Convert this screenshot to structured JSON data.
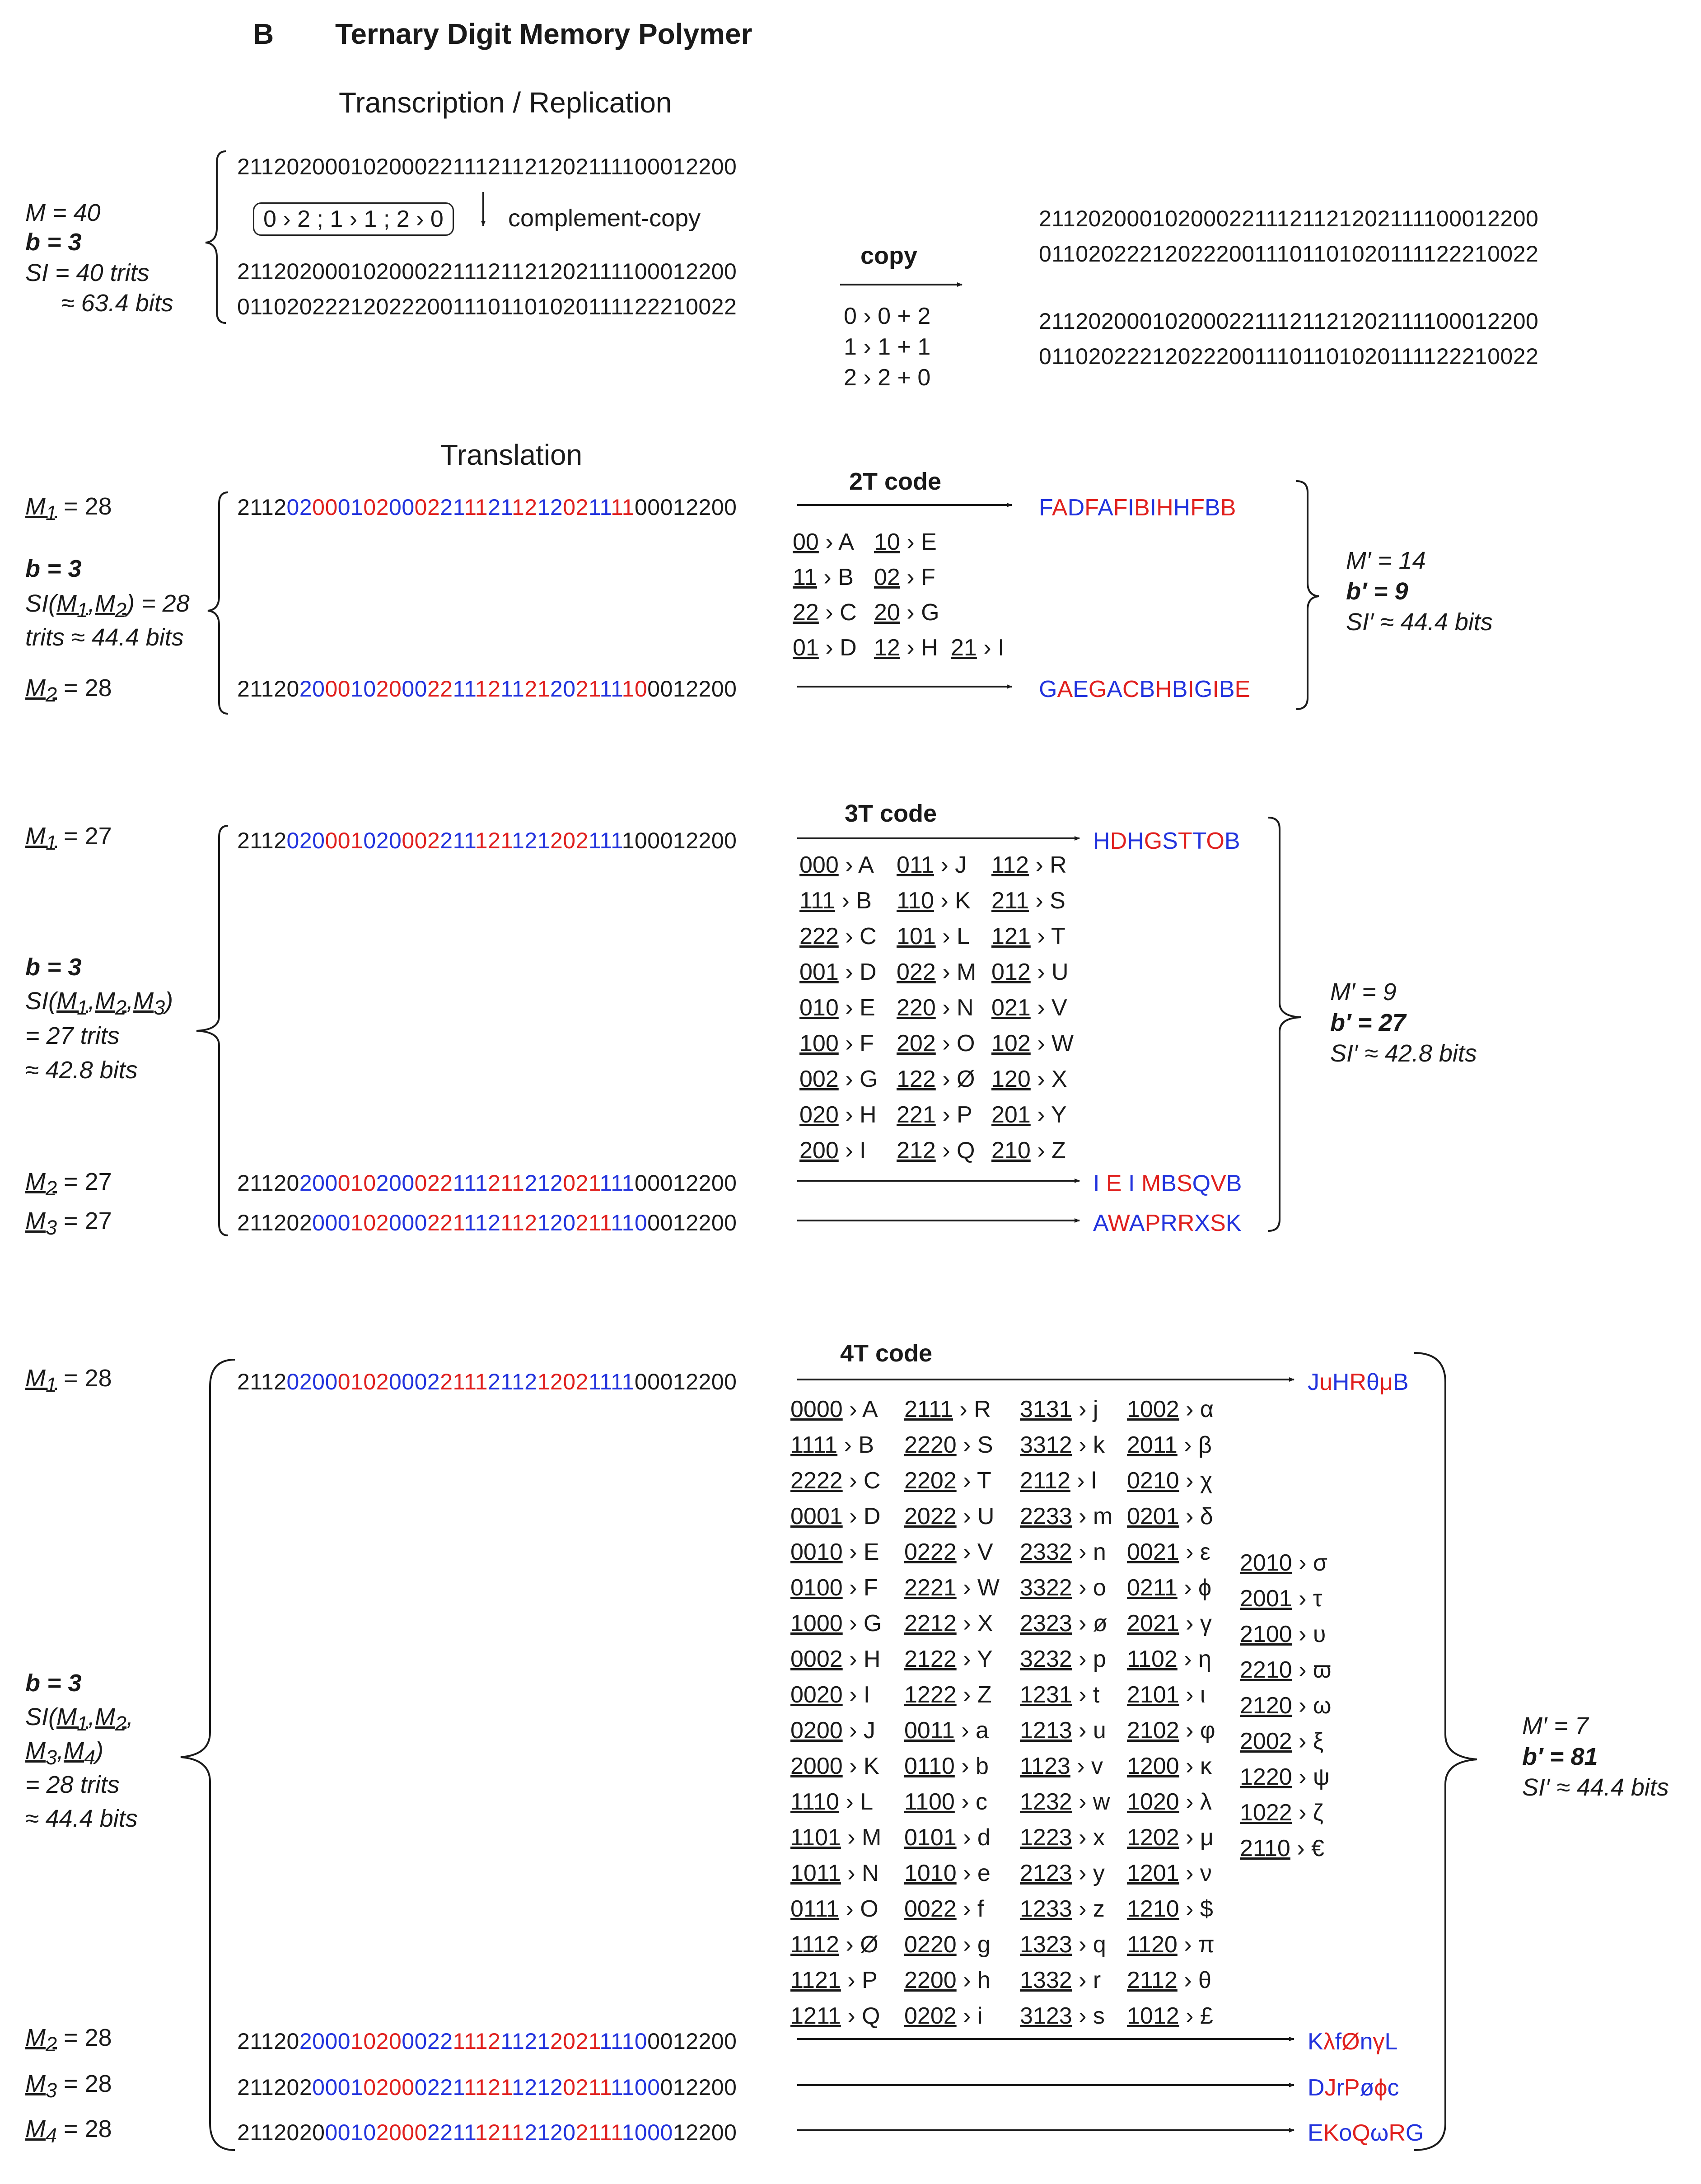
{
  "header": {
    "panel": "B",
    "title": "Ternary Digit Memory Polymer"
  },
  "replication": {
    "heading": "Transcription / Replication",
    "labels": {
      "m": "M = 40",
      "b": "b = 3",
      "si": "SI = 40 trits",
      "bits": "≈ 63.4 bits"
    },
    "template": "2112020001020002211121121202111100012200",
    "rule_box": "0 › 2 ; 1 › 1 ; 2 › 0",
    "complement_label": "complement-copy",
    "duplex_top": "2112020001020002211121121202111100012200",
    "duplex_bottom": "0110202221202220011101101020111122210022",
    "copy_label": "copy",
    "copy_rules": [
      "0 › 0 + 2",
      "1 › 1 + 1",
      "2 › 2 + 0"
    ],
    "copies": [
      "2112020001020002211121121202111100012200",
      "0110202221202220011101101020111122210022",
      "2112020001020002211121121202111100012200",
      "0110202221202220011101101020111122210022"
    ]
  },
  "translation": {
    "heading": "Translation"
  },
  "code2": {
    "header": "2T code",
    "labels": {
      "m1": "= 28",
      "b": "b = 3",
      "si": "= 28",
      "trits": "trits ≈ 44.4 bits",
      "m2": "= 28"
    },
    "entries": [
      [
        "00",
        "A"
      ],
      [
        "10",
        "E"
      ],
      [
        "11",
        "B"
      ],
      [
        "02",
        "F"
      ],
      [
        "22",
        "C"
      ],
      [
        "20",
        "G"
      ],
      [
        "01",
        "D"
      ],
      [
        "12",
        "H"
      ],
      [
        "21",
        "I"
      ]
    ],
    "seq1": [
      [
        "2112",
        "k0"
      ],
      [
        "02",
        "b"
      ],
      [
        "00",
        "r"
      ],
      [
        "01",
        "b"
      ],
      [
        "02",
        "r"
      ],
      [
        "00",
        "b"
      ],
      [
        "02",
        "r"
      ],
      [
        "21",
        "b"
      ],
      [
        "11",
        "r"
      ],
      [
        "21",
        "b"
      ],
      [
        "12",
        "r"
      ],
      [
        "12",
        "b"
      ],
      [
        "02",
        "r"
      ],
      [
        "11",
        "b"
      ],
      [
        "11",
        "r"
      ],
      [
        "00012200",
        "k0"
      ]
    ],
    "seq2": [
      [
        "21120",
        "k0"
      ],
      [
        "20",
        "b"
      ],
      [
        "00",
        "r"
      ],
      [
        "10",
        "b"
      ],
      [
        "20",
        "r"
      ],
      [
        "00",
        "b"
      ],
      [
        "22",
        "r"
      ],
      [
        "11",
        "b"
      ],
      [
        "12",
        "r"
      ],
      [
        "11",
        "b"
      ],
      [
        "21",
        "r"
      ],
      [
        "20",
        "b"
      ],
      [
        "21",
        "r"
      ],
      [
        "11",
        "b"
      ],
      [
        "10",
        "r"
      ],
      [
        "0012200",
        "k0"
      ]
    ],
    "out1": [
      [
        "F",
        "b"
      ],
      [
        "A",
        "r"
      ],
      [
        "D",
        "b"
      ],
      [
        "F",
        "r"
      ],
      [
        "A",
        "b"
      ],
      [
        "F",
        "r"
      ],
      [
        "I",
        "b"
      ],
      [
        "B",
        "r"
      ],
      [
        "I",
        "b"
      ],
      [
        "H",
        "r"
      ],
      [
        "H",
        "b"
      ],
      [
        "F",
        "r"
      ],
      [
        "B",
        "b"
      ],
      [
        "B",
        "r"
      ]
    ],
    "out2": [
      [
        "G",
        "b"
      ],
      [
        "A",
        "r"
      ],
      [
        "E",
        "b"
      ],
      [
        "G",
        "r"
      ],
      [
        "A",
        "b"
      ],
      [
        "C",
        "r"
      ],
      [
        "B",
        "b"
      ],
      [
        "H",
        "r"
      ],
      [
        "B",
        "b"
      ],
      [
        "I",
        "r"
      ],
      [
        "G",
        "b"
      ],
      [
        "I",
        "r"
      ],
      [
        "B",
        "b"
      ],
      [
        "E",
        "r"
      ]
    ],
    "summary": {
      "m": "M′ = 14",
      "b": "b′ = 9",
      "si": "SI′ ≈ 44.4 bits"
    }
  },
  "code3": {
    "header": "3T code",
    "labels": {
      "m1": "= 27",
      "b": "b = 3",
      "si": "SI(M1,M2,M3)",
      "trits": "= 27 trits",
      "bits": "≈ 42.8 bits",
      "m2": "= 27",
      "m3": "= 27"
    },
    "rows": [
      [
        [
          "000",
          "A"
        ],
        [
          "011",
          "J"
        ],
        [
          "112",
          "R"
        ]
      ],
      [
        [
          "111",
          "B"
        ],
        [
          "110",
          "K"
        ],
        [
          "211",
          "S"
        ]
      ],
      [
        [
          "222",
          "C"
        ],
        [
          "101",
          "L"
        ],
        [
          "121",
          "T"
        ]
      ],
      [
        [
          "001",
          "D"
        ],
        [
          "022",
          "M"
        ],
        [
          "012",
          "U"
        ]
      ],
      [
        [
          "010",
          "E"
        ],
        [
          "220",
          "N"
        ],
        [
          "021",
          "V"
        ]
      ],
      [
        [
          "100",
          "F"
        ],
        [
          "202",
          "O"
        ],
        [
          "102",
          "W"
        ]
      ],
      [
        [
          "002",
          "G"
        ],
        [
          "122",
          "Ø"
        ],
        [
          "120",
          "X"
        ]
      ],
      [
        [
          "020",
          "H"
        ],
        [
          "221",
          "P"
        ],
        [
          "201",
          "Y"
        ]
      ],
      [
        [
          "200",
          "I"
        ],
        [
          "212",
          "Q"
        ],
        [
          "210",
          "Z"
        ]
      ]
    ],
    "seq1": [
      [
        "2112",
        "k0"
      ],
      [
        "020",
        "b"
      ],
      [
        "001",
        "r"
      ],
      [
        "020",
        "b"
      ],
      [
        "002",
        "r"
      ],
      [
        "211",
        "b"
      ],
      [
        "121",
        "r"
      ],
      [
        "121",
        "b"
      ],
      [
        "202",
        "r"
      ],
      [
        "111",
        "b"
      ],
      [
        "100012200",
        "k0"
      ]
    ],
    "seq2": [
      [
        "21120",
        "k0"
      ],
      [
        "200",
        "b"
      ],
      [
        "010",
        "r"
      ],
      [
        "200",
        "b"
      ],
      [
        "022",
        "r"
      ],
      [
        "111",
        "b"
      ],
      [
        "211",
        "r"
      ],
      [
        "212",
        "b"
      ],
      [
        "021",
        "r"
      ],
      [
        "111",
        "b"
      ],
      [
        "00012200",
        "k0"
      ]
    ],
    "seq3": [
      [
        "211202",
        "k0"
      ],
      [
        "000",
        "b"
      ],
      [
        "102",
        "r"
      ],
      [
        "000",
        "b"
      ],
      [
        "221",
        "r"
      ],
      [
        "112",
        "b"
      ],
      [
        "112",
        "r"
      ],
      [
        "120",
        "b"
      ],
      [
        "211",
        "r"
      ],
      [
        "110",
        "b"
      ],
      [
        "0012200",
        "k0"
      ]
    ],
    "out1": [
      [
        "H",
        "b"
      ],
      [
        "D",
        "r"
      ],
      [
        "H",
        "b"
      ],
      [
        "G",
        "r"
      ],
      [
        "S",
        "b"
      ],
      [
        "T",
        "r"
      ],
      [
        "T",
        "b"
      ],
      [
        "O",
        "r"
      ],
      [
        "B",
        "b"
      ]
    ],
    "out2": [
      [
        "I",
        "b"
      ],
      [
        " ",
        "k0"
      ],
      [
        "E",
        "r"
      ],
      [
        " ",
        "k0"
      ],
      [
        "I",
        "b"
      ],
      [
        " ",
        "k0"
      ],
      [
        "M",
        "r"
      ],
      [
        "B",
        "b"
      ],
      [
        "S",
        "r"
      ],
      [
        "Q",
        "b"
      ],
      [
        "V",
        "r"
      ],
      [
        "B",
        "b"
      ]
    ],
    "out3": [
      [
        "A",
        "b"
      ],
      [
        "W",
        "r"
      ],
      [
        "A",
        "b"
      ],
      [
        "P",
        "r"
      ],
      [
        "R",
        "b"
      ],
      [
        "R",
        "r"
      ],
      [
        "X",
        "b"
      ],
      [
        "S",
        "r"
      ],
      [
        "K",
        "b"
      ]
    ],
    "summary": {
      "m": "M′ = 9",
      "b": "b′ = 27",
      "si": "SI′ ≈ 42.8 bits"
    }
  },
  "code4": {
    "header": "4T code",
    "labels": {
      "m1": "= 28",
      "b": "b = 3",
      "si1": "SI(M1,M2,",
      "si2": "M3,M4)",
      "trits": "= 28 trits",
      "bits": "≈ 44.4 bits",
      "m2": "= 28",
      "m3": "= 28",
      "m4": "= 28"
    },
    "col1": [
      [
        "0000",
        "A"
      ],
      [
        "1111",
        "B"
      ],
      [
        "2222",
        "C"
      ],
      [
        "0001",
        "D"
      ],
      [
        "0010",
        "E"
      ],
      [
        "0100",
        "F"
      ],
      [
        "1000",
        "G"
      ],
      [
        "0002",
        "H"
      ],
      [
        "0020",
        "I"
      ],
      [
        "0200",
        "J"
      ],
      [
        "2000",
        "K"
      ],
      [
        "1110",
        "L"
      ],
      [
        "1101",
        "M"
      ],
      [
        "1011",
        "N"
      ],
      [
        "0111",
        "O"
      ],
      [
        "1112",
        "Ø"
      ],
      [
        "1121",
        "P"
      ],
      [
        "1211",
        "Q"
      ]
    ],
    "col2": [
      [
        "2111",
        "R"
      ],
      [
        "2220",
        "S"
      ],
      [
        "2202",
        "T"
      ],
      [
        "2022",
        "U"
      ],
      [
        "0222",
        "V"
      ],
      [
        "2221",
        "W"
      ],
      [
        "2212",
        "X"
      ],
      [
        "2122",
        "Y"
      ],
      [
        "1222",
        "Z"
      ],
      [
        "0011",
        "a"
      ],
      [
        "0110",
        "b"
      ],
      [
        "1100",
        "c"
      ],
      [
        "0101",
        "d"
      ],
      [
        "1010",
        "e"
      ],
      [
        "0022",
        "f"
      ],
      [
        "0220",
        "g"
      ],
      [
        "2200",
        "h"
      ],
      [
        "0202",
        "i"
      ]
    ],
    "col3": [
      [
        "3131",
        "j"
      ],
      [
        "3312",
        "k"
      ],
      [
        "2112",
        "l"
      ],
      [
        "2233",
        "m"
      ],
      [
        "2332",
        "n"
      ],
      [
        "3322",
        "o"
      ],
      [
        "2323",
        "ø"
      ],
      [
        "3232",
        "p"
      ],
      [
        "1231",
        "t"
      ],
      [
        "1213",
        "u"
      ],
      [
        "1123",
        "v"
      ],
      [
        "1232",
        "w"
      ],
      [
        "1223",
        "x"
      ],
      [
        "2123",
        "y"
      ],
      [
        "1233",
        "z"
      ],
      [
        "1323",
        "q"
      ],
      [
        "1332",
        "r"
      ],
      [
        "3123",
        "s"
      ]
    ],
    "col4": [
      [
        "1002",
        "α"
      ],
      [
        "2011",
        "β"
      ],
      [
        "0210",
        "χ"
      ],
      [
        "0201",
        "δ"
      ],
      [
        "0021",
        "ε"
      ],
      [
        "0211",
        "ϕ"
      ],
      [
        "2021",
        "γ"
      ],
      [
        "1102",
        "η"
      ],
      [
        "2101",
        "ι"
      ],
      [
        "2102",
        "φ"
      ],
      [
        "1200",
        "κ"
      ],
      [
        "1020",
        "λ"
      ],
      [
        "1202",
        "μ"
      ],
      [
        "1201",
        "ν"
      ],
      [
        "1210",
        "$"
      ],
      [
        "1120",
        "π"
      ],
      [
        "2112",
        "θ"
      ],
      [
        "1012",
        "£"
      ]
    ],
    "col5": [
      [
        "2010",
        "σ"
      ],
      [
        "2001",
        "τ"
      ],
      [
        "2100",
        "υ"
      ],
      [
        "2210",
        "ϖ"
      ],
      [
        "2120",
        "ω"
      ],
      [
        "2002",
        "ξ"
      ],
      [
        "1220",
        "ψ"
      ],
      [
        "1022",
        "ζ"
      ],
      [
        "2110",
        "€"
      ]
    ],
    "seq1": [
      [
        "2112",
        "k0"
      ],
      [
        "0200",
        "b"
      ],
      [
        "0102",
        "r"
      ],
      [
        "0002",
        "b"
      ],
      [
        "2111",
        "r"
      ],
      [
        "2112",
        "b"
      ],
      [
        "1202",
        "r"
      ],
      [
        "1111",
        "b"
      ],
      [
        "00012200",
        "k0"
      ]
    ],
    "seq2": [
      [
        "21120",
        "k0"
      ],
      [
        "2000",
        "b"
      ],
      [
        "1020",
        "r"
      ],
      [
        "0022",
        "b"
      ],
      [
        "1112",
        "r"
      ],
      [
        "1121",
        "b"
      ],
      [
        "2021",
        "r"
      ],
      [
        "1110",
        "b"
      ],
      [
        "0012200",
        "k0"
      ]
    ],
    "seq3": [
      [
        "211202",
        "k0"
      ],
      [
        "0001",
        "b"
      ],
      [
        "0200",
        "r"
      ],
      [
        "0221",
        "b"
      ],
      [
        "1121",
        "r"
      ],
      [
        "1212",
        "b"
      ],
      [
        "0211",
        "r"
      ],
      [
        "1100",
        "b"
      ],
      [
        "012200",
        "k0"
      ]
    ],
    "seq4": [
      [
        "2112020",
        "k0"
      ],
      [
        "0010",
        "b"
      ],
      [
        "2000",
        "r"
      ],
      [
        "2211",
        "b"
      ],
      [
        "1211",
        "r"
      ],
      [
        "2120",
        "b"
      ],
      [
        "2111",
        "r"
      ],
      [
        "1000",
        "b"
      ],
      [
        "12200",
        "k0"
      ]
    ],
    "out1": [
      [
        "J",
        "b"
      ],
      [
        "u",
        "r"
      ],
      [
        "H",
        "b"
      ],
      [
        "R",
        "r"
      ],
      [
        "θ",
        "b"
      ],
      [
        "μ",
        "r"
      ],
      [
        "B",
        "b"
      ]
    ],
    "out2": [
      [
        "K",
        "b"
      ],
      [
        "λ",
        "r"
      ],
      [
        "f",
        "b"
      ],
      [
        "Ø",
        "r"
      ],
      [
        "n",
        "b"
      ],
      [
        "γ",
        "r"
      ],
      [
        "L",
        "b"
      ]
    ],
    "out3": [
      [
        "D",
        "b"
      ],
      [
        "J",
        "r"
      ],
      [
        "r",
        "b"
      ],
      [
        "P",
        "r"
      ],
      [
        "ø",
        "b"
      ],
      [
        "ϕ",
        "r"
      ],
      [
        "c",
        "b"
      ]
    ],
    "out4": [
      [
        "E",
        "b"
      ],
      [
        "K",
        "r"
      ],
      [
        "o",
        "b"
      ],
      [
        "Q",
        "r"
      ],
      [
        "ω",
        "b"
      ],
      [
        "R",
        "r"
      ],
      [
        "G",
        "b"
      ]
    ],
    "summary": {
      "m": "M′ = 7",
      "b": "b′ = 81",
      "si": "SI′ ≈ 44.4 bits"
    }
  }
}
